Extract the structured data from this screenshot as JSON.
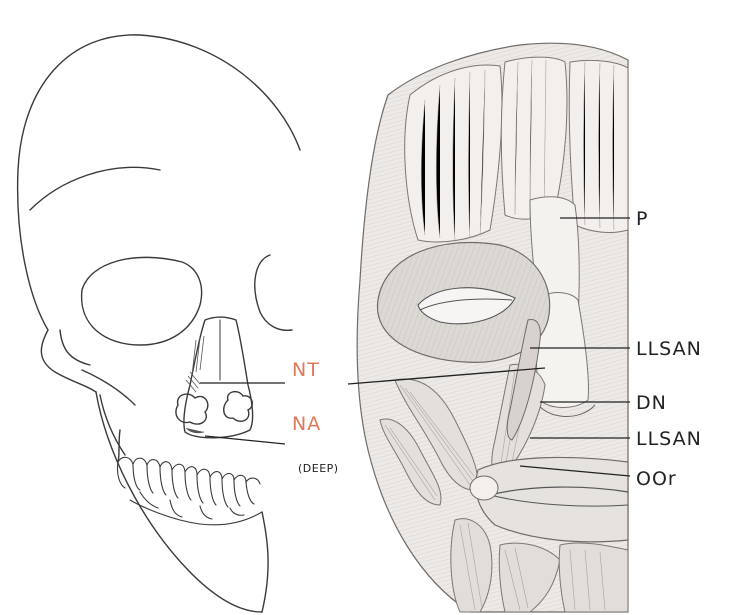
{
  "labels": {
    "nt": "NT",
    "na": "NA",
    "deep": "(DEEP)",
    "p": "P",
    "llsan_upper": "LLSAN",
    "dn": "DN",
    "llsan_lower": "LLSAN",
    "oor": "OOr"
  },
  "colors": {
    "highlight_label": "#e0785a",
    "ink": "#2a2a2a",
    "muscle_fill": "#e9e6e3",
    "muscle_shade": "#bdb7b2"
  }
}
